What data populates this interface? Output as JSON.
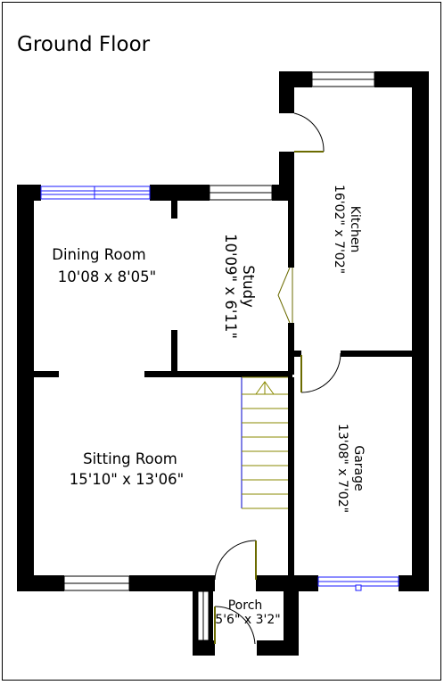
{
  "plan": {
    "title": "Ground Floor",
    "rooms": [
      {
        "id": "dining",
        "name": "Dining Room",
        "size": "10'08 x 8'05\""
      },
      {
        "id": "study",
        "name": "Study",
        "size": "10'09\" x 6'11\""
      },
      {
        "id": "kitchen",
        "name": "Kitchen",
        "size": "16'02\" x 7'02\""
      },
      {
        "id": "sitting",
        "name": "Sitting Room",
        "size": "15'10\" x 13'06\""
      },
      {
        "id": "garage",
        "name": "Garage",
        "size": "13'08\" x 7'02\""
      },
      {
        "id": "porch",
        "name": "Porch",
        "size": "5'6\" x 3'2\""
      }
    ]
  },
  "colors": {
    "wall": "#000000",
    "window": "#1a1aff",
    "door": "#6b6b00",
    "stairs": "#8a8a00",
    "stairs_side": "#0000cc",
    "border": "#000000"
  }
}
